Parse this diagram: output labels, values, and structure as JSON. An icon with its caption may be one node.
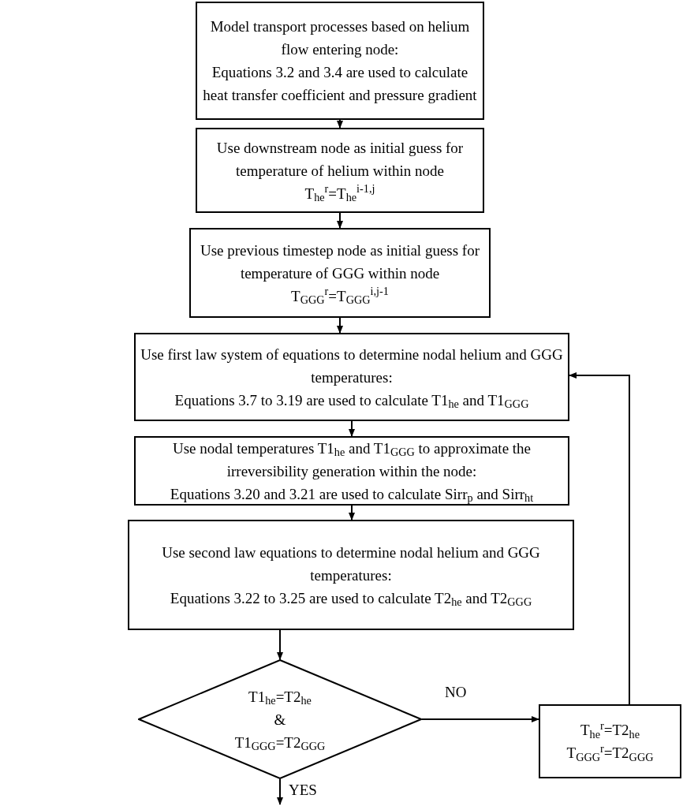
{
  "diagram": {
    "nodes": [
      {
        "text": [
          "Model transport processes based on helium flow entering node:",
          "Equations 3.2 and 3.4 are used to calculate heat transfer coefficient and pressure gradient"
        ]
      },
      {
        "text": [
          "Use downstream node as initial guess for temperature of helium within node",
          "T$_{he}$$^{r}$=T$_{he}$$^{i-1,j}$"
        ]
      },
      {
        "text": [
          "Use previous timestep node as initial guess for temperature of GGG within node",
          "T$_{GGG}$$^{r}$=T$_{GGG}$$^{i,j-1}$"
        ]
      },
      {
        "text": [
          "Use first law system of equations to determine nodal helium and GGG temperatures:",
          "Equations 3.7 to 3.19 are used to calculate T1$_{he}$ and T1$_{GGG}$"
        ]
      },
      {
        "text": [
          "Use nodal temperatures T1$_{he}$ and T1$_{GGG}$ to approximate the irreversibility generation within the node:",
          "Equations 3.20 and 3.21 are used to calculate Sirr$_{p}$ and Sirr$_{ht}$"
        ]
      },
      {
        "text": [
          "Use second law equations to determine nodal helium and GGG temperatures:",
          "Equations 3.22 to 3.25 are used to calculate T2$_{he}$ and T2$_{GGG}$"
        ]
      },
      {
        "text": [
          "T1$_{he}$=T2$_{he}$",
          "&",
          "T1$_{GGG}$=T2$_{GGG}$"
        ]
      },
      {
        "text": [
          "T$_{he}$$^{r}$=T2$_{he}$",
          "T$_{GGG}$$^{r}$=T2$_{GGG}$"
        ]
      }
    ],
    "edges": [
      {
        "from": 0,
        "to": 1,
        "arrow": "to"
      },
      {
        "from": 1,
        "to": 2,
        "arrow": "to"
      },
      {
        "from": 2,
        "to": 3,
        "arrow": "to"
      },
      {
        "from": 3,
        "to": 4,
        "arrow": "to"
      },
      {
        "from": 4,
        "to": 5,
        "arrow": "to"
      },
      {
        "from": 5,
        "to": 6,
        "arrow": "to"
      },
      {
        "from": 6,
        "to": 7,
        "arrow": "to",
        "label": "NO"
      },
      {
        "from": 7,
        "to": 3,
        "arrow": "to"
      },
      {
        "from": 6,
        "to": null,
        "arrow": "to",
        "label": "YES"
      }
    ]
  }
}
